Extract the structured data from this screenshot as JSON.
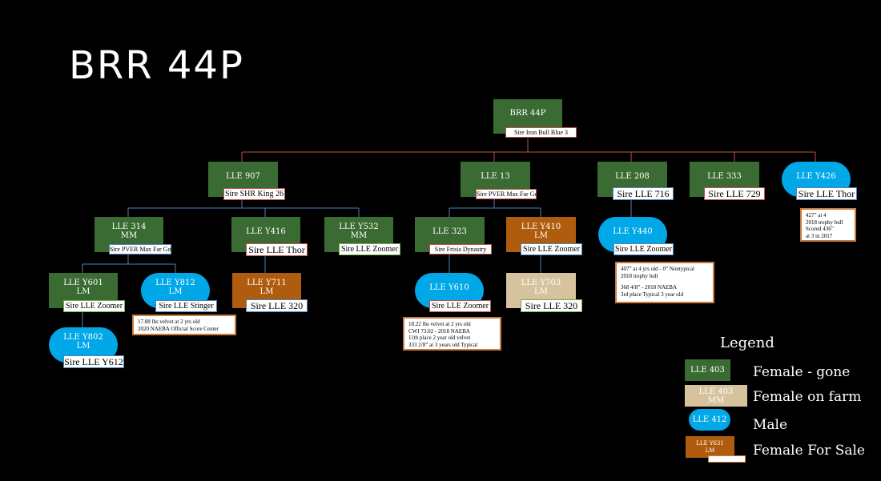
{
  "title": "BRR 44P",
  "nodes": {
    "n44p": {
      "name": "BRR 44P",
      "sire": "Sire Iron Bull Blue 3"
    },
    "n907": {
      "name": "LLE 907",
      "sire": "Sire SHR King 26"
    },
    "n13": {
      "name": "LLE 13",
      "sire": "Sire PVER Max Far Go"
    },
    "n208": {
      "name": "LLE 208",
      "sire": "Sire LLE 716"
    },
    "n333": {
      "name": "LLE 333",
      "sire": "Sire LLE 729"
    },
    "y426": {
      "name": "LLE Y426",
      "sire": "Sire LLE Thor"
    },
    "n314": {
      "name": "LLE 314",
      "tag": "MM",
      "sire": "Sire PVER Max Far Go"
    },
    "y416": {
      "name": "LLE Y416",
      "sire": "Sire LLE Thor"
    },
    "y532": {
      "name": "LLE Y532",
      "tag": "MM",
      "sire": "Sire LLE Zoomer"
    },
    "n323": {
      "name": "LLE 323",
      "sire": "Sire Frisia Dynastry"
    },
    "y410": {
      "name": "LLE Y410",
      "tag": "LM",
      "sire": "Sire LLE Zoomer"
    },
    "y440": {
      "name": "LLE Y440",
      "sire": "Sire LLE Zoomer"
    },
    "y601": {
      "name": "LLE Y601",
      "tag": "LM",
      "sire": "Sire LLE Zoomer"
    },
    "y812": {
      "name": "LLE Y812",
      "tag": "LM",
      "sire": "Sire LLE Stinger"
    },
    "y711": {
      "name": "LLE Y711",
      "tag": "LM",
      "sire": "Sire LLE 320"
    },
    "y610": {
      "name": "LLE Y610",
      "sire": "Sire LLE Zoomer"
    },
    "y703": {
      "name": "LLE Y703",
      "tag": "LM",
      "sire": "Sire LLE 320"
    },
    "y802": {
      "name": "LLE Y802",
      "tag": "LM",
      "sire": "Sire LLE Y612"
    }
  },
  "notes": {
    "y426": [
      "427” at 4",
      "2018 trophy bull",
      "Scored 436”",
      "at 3 in 2017"
    ],
    "y440": [
      "407” at 4 yrs old - 0” Nontypical",
      "2018 trophy bull",
      "",
      "368 4/8” - 2018 NAEBA",
      "3rd place Typical 3 year old"
    ],
    "y812": [
      "17.88 lbs velvet at 2 yrs old",
      "2020 NAEBA Official Score Center"
    ],
    "y610": [
      "18.22 lbs velvet at 2 yrs old",
      "CWI 73.02 - 2018 NAEBA",
      "11th place 2 year old velvet",
      "333 2/8” at 3 years old Typical"
    ]
  },
  "legend": {
    "title": "Legend",
    "items": [
      {
        "sample": "LLE 403",
        "sample_tag": "",
        "label": "Female - gone"
      },
      {
        "sample": "LLE 403",
        "sample_tag": "MM",
        "label": "Female on farm"
      },
      {
        "sample": "LLE 412",
        "sample_tag": "",
        "label": "Male"
      },
      {
        "sample": "LLE Y631",
        "sample_tag": "LM",
        "label": "Female For Sale"
      }
    ]
  },
  "colors": {
    "female_gone": "#3a6b32",
    "female_on_farm": "#d7c29e",
    "male": "#00a8e8",
    "female_for_sale": "#b05c0e",
    "connector_top": "#c0504d",
    "connector_sub": "#4f81bd"
  }
}
